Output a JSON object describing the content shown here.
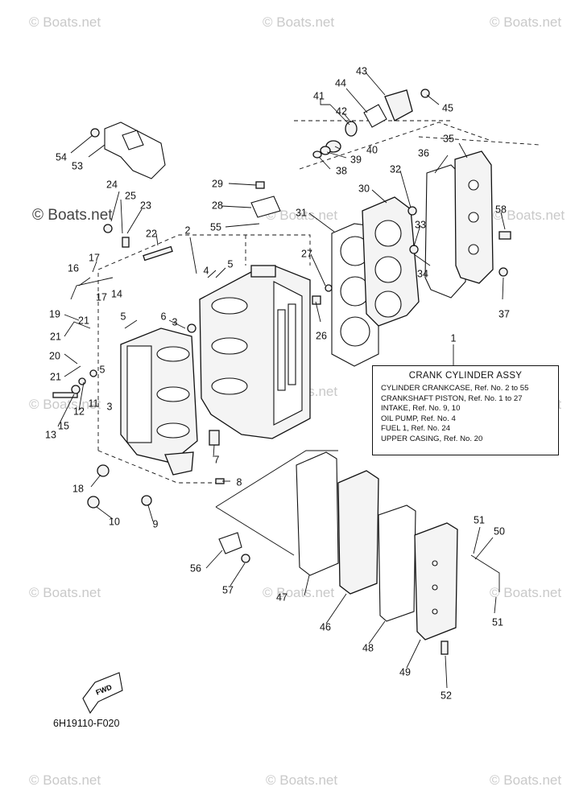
{
  "watermark": "© Boats.net",
  "figure_code": "6H19110-F020",
  "fwd_label": "FWD",
  "assembly_box": {
    "title": "CRANK CYLINDER ASSY",
    "rows": [
      "CYLINDER CRANKCASE,  Ref. No. 2 to 55",
      "CRANKSHAFT PISTON,  Ref. No. 1 to 27",
      "INTAKE,  Ref. No. 9, 10",
      "OIL PUMP,  Ref. No. 4",
      "FUEL 1,  Ref. No. 24",
      "UPPER CASING,  Ref. No. 20"
    ]
  },
  "callouts": {
    "c1": "1",
    "c2": "2",
    "c3a": "3",
    "c3b": "3",
    "c4": "4",
    "c5a": "5",
    "c5b": "5",
    "c5c": "5",
    "c6": "6",
    "c7": "7",
    "c8": "8",
    "c9": "9",
    "c10": "10",
    "c11": "11",
    "c12": "12",
    "c13": "13",
    "c14": "14",
    "c15": "15",
    "c16": "16",
    "c17a": "17",
    "c17b": "17",
    "c18": "18",
    "c19": "19",
    "c20": "20",
    "c21a": "21",
    "c21b": "21",
    "c21c": "21",
    "c22": "22",
    "c23": "23",
    "c24": "24",
    "c25": "25",
    "c26": "26",
    "c27": "27",
    "c28": "28",
    "c29": "29",
    "c30": "30",
    "c31": "31",
    "c32": "32",
    "c33": "33",
    "c34": "34",
    "c35": "35",
    "c36": "36",
    "c37": "37",
    "c38": "38",
    "c39": "39",
    "c40": "40",
    "c41": "41",
    "c42": "42",
    "c43": "43",
    "c44": "44",
    "c45": "45",
    "c46": "46",
    "c47": "47",
    "c48": "48",
    "c49": "49",
    "c50": "50",
    "c51a": "51",
    "c51b": "51",
    "c52": "52",
    "c53": "53",
    "c54": "54",
    "c55": "55",
    "c56": "56",
    "c57": "57",
    "c58": "58"
  }
}
